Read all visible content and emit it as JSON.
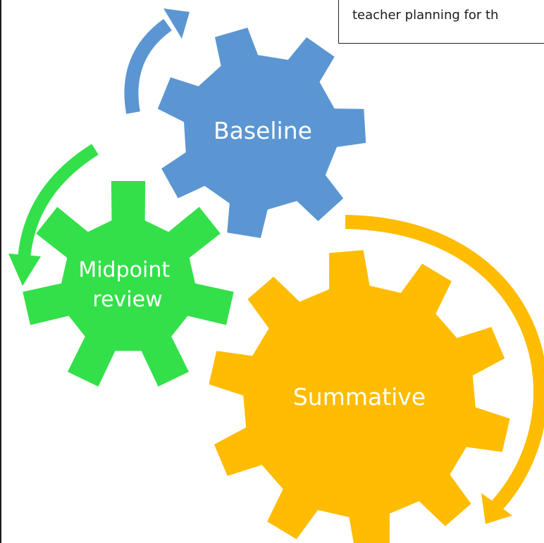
{
  "note": {
    "text": "teacher planning for th"
  },
  "gears": [
    {
      "id": "baseline",
      "label_lines": [
        "Baseline"
      ],
      "color": "#5b96d2"
    },
    {
      "id": "midpoint",
      "label_lines": [
        "Midpoint",
        "review"
      ],
      "color": "#33e04a"
    },
    {
      "id": "summative",
      "label_lines": [
        "Summative"
      ],
      "color": "#ffbc00"
    }
  ],
  "arrows": [
    {
      "id": "blue-arrow",
      "color": "#5b96d2"
    },
    {
      "id": "green-arrow",
      "color": "#33e04a"
    },
    {
      "id": "gold-arrow",
      "color": "#ffbc00"
    }
  ]
}
